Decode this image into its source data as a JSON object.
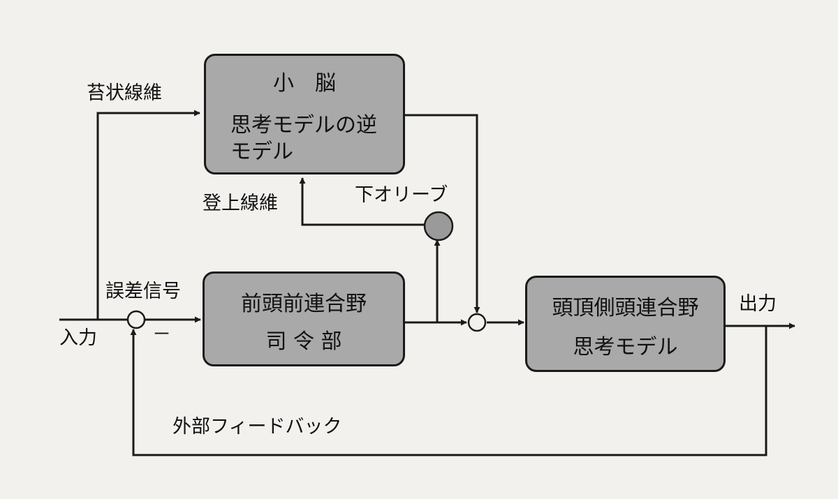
{
  "blocks": {
    "cerebellum": {
      "title": "小　脳",
      "line2": "思考モデルの逆",
      "line3": "モデル"
    },
    "prefrontal": {
      "title": "前頭前連合野",
      "sub": "司 令 部"
    },
    "parietal": {
      "title": "頭頂側頭連合野",
      "sub": "思考モデル"
    }
  },
  "labels": {
    "mossy_fiber": "苔状線維",
    "climbing_fiber": "登上線維",
    "inferior_olive": "下オリーブ",
    "error_signal": "誤差信号",
    "input": "入力",
    "output": "出力",
    "minus": "－",
    "external_feedback": "外部フィードバック"
  },
  "colors": {
    "block_fill": "#a9a9a9",
    "olive_fill": "#9a9a9a",
    "line": "#1a1a1a",
    "background": "#f2f1ee"
  }
}
